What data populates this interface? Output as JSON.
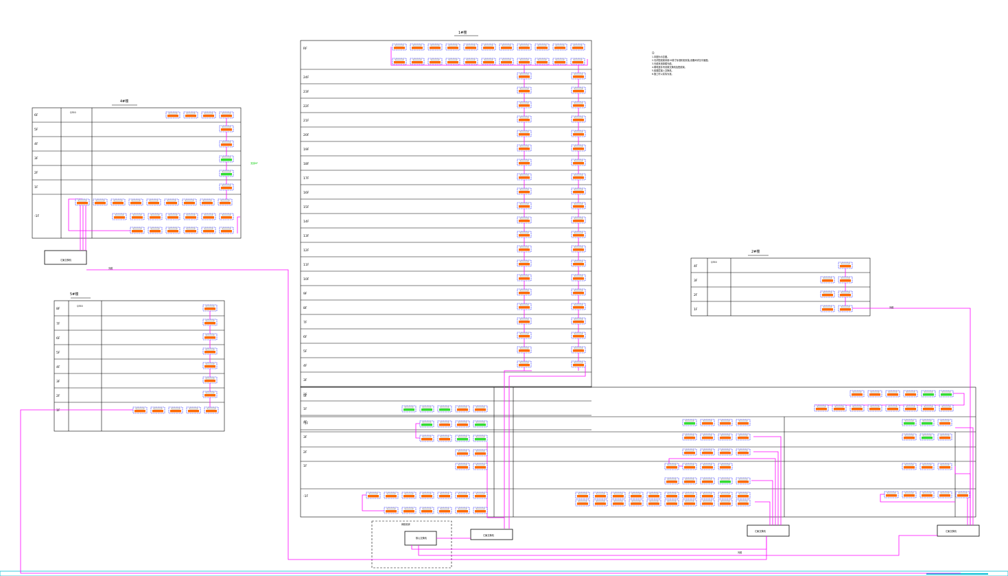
{
  "colors": {
    "wire": "#ff00ff",
    "device_border": "#0000ff",
    "device_fill": "#ff6a00",
    "device_alt_fill": "#33dd33",
    "grid": "#000000",
    "accent_green": "#00cc00",
    "bottom_bar": "#00bcd4"
  },
  "panels": {
    "left_top": {
      "title": "4#楼",
      "floor_labels": [
        "6F",
        "5F",
        "4F",
        "3F",
        "2F",
        "1F",
        "-1F"
      ],
      "note": "Q350"
    },
    "left_bottom": {
      "title": "5#楼",
      "floor_labels": [
        "8F",
        "7F",
        "6F",
        "5F",
        "4F",
        "3F",
        "2F",
        "1F"
      ],
      "note": "Q350"
    },
    "center": {
      "title": "1#楼",
      "floor_labels": [
        "RF",
        "24F",
        "23F",
        "22F",
        "21F",
        "20F",
        "19F",
        "18F",
        "17F",
        "16F",
        "15F",
        "14F",
        "13F",
        "12F",
        "11F",
        "10F",
        "9F",
        "8F",
        "7F",
        "6F",
        "5F",
        "4F",
        "3F",
        "2F",
        "1F",
        "-1F"
      ]
    },
    "right": {
      "title": "2#楼",
      "floor_labels": [
        "4F",
        "3F",
        "2F",
        "1F"
      ],
      "note": "Q350"
    }
  },
  "notes": {
    "heading": "注:",
    "lines": [
      "1.本图为示意图。",
      "2.光纤配线架采用19英寸标准机柜安装,设备间详见平面图。",
      "3.光缆采用单模光缆。",
      "4.弱电竖井内设置交换机及配线架。",
      "5.各楼层接入交换机。",
      "6.施工时以实际为准。"
    ]
  },
  "equipment": {
    "core_switch": "核心交换机",
    "agg_switch": "汇聚交换机",
    "server_room": "网络机房",
    "label_cable": "光缆",
    "green_label": "无线AP"
  }
}
